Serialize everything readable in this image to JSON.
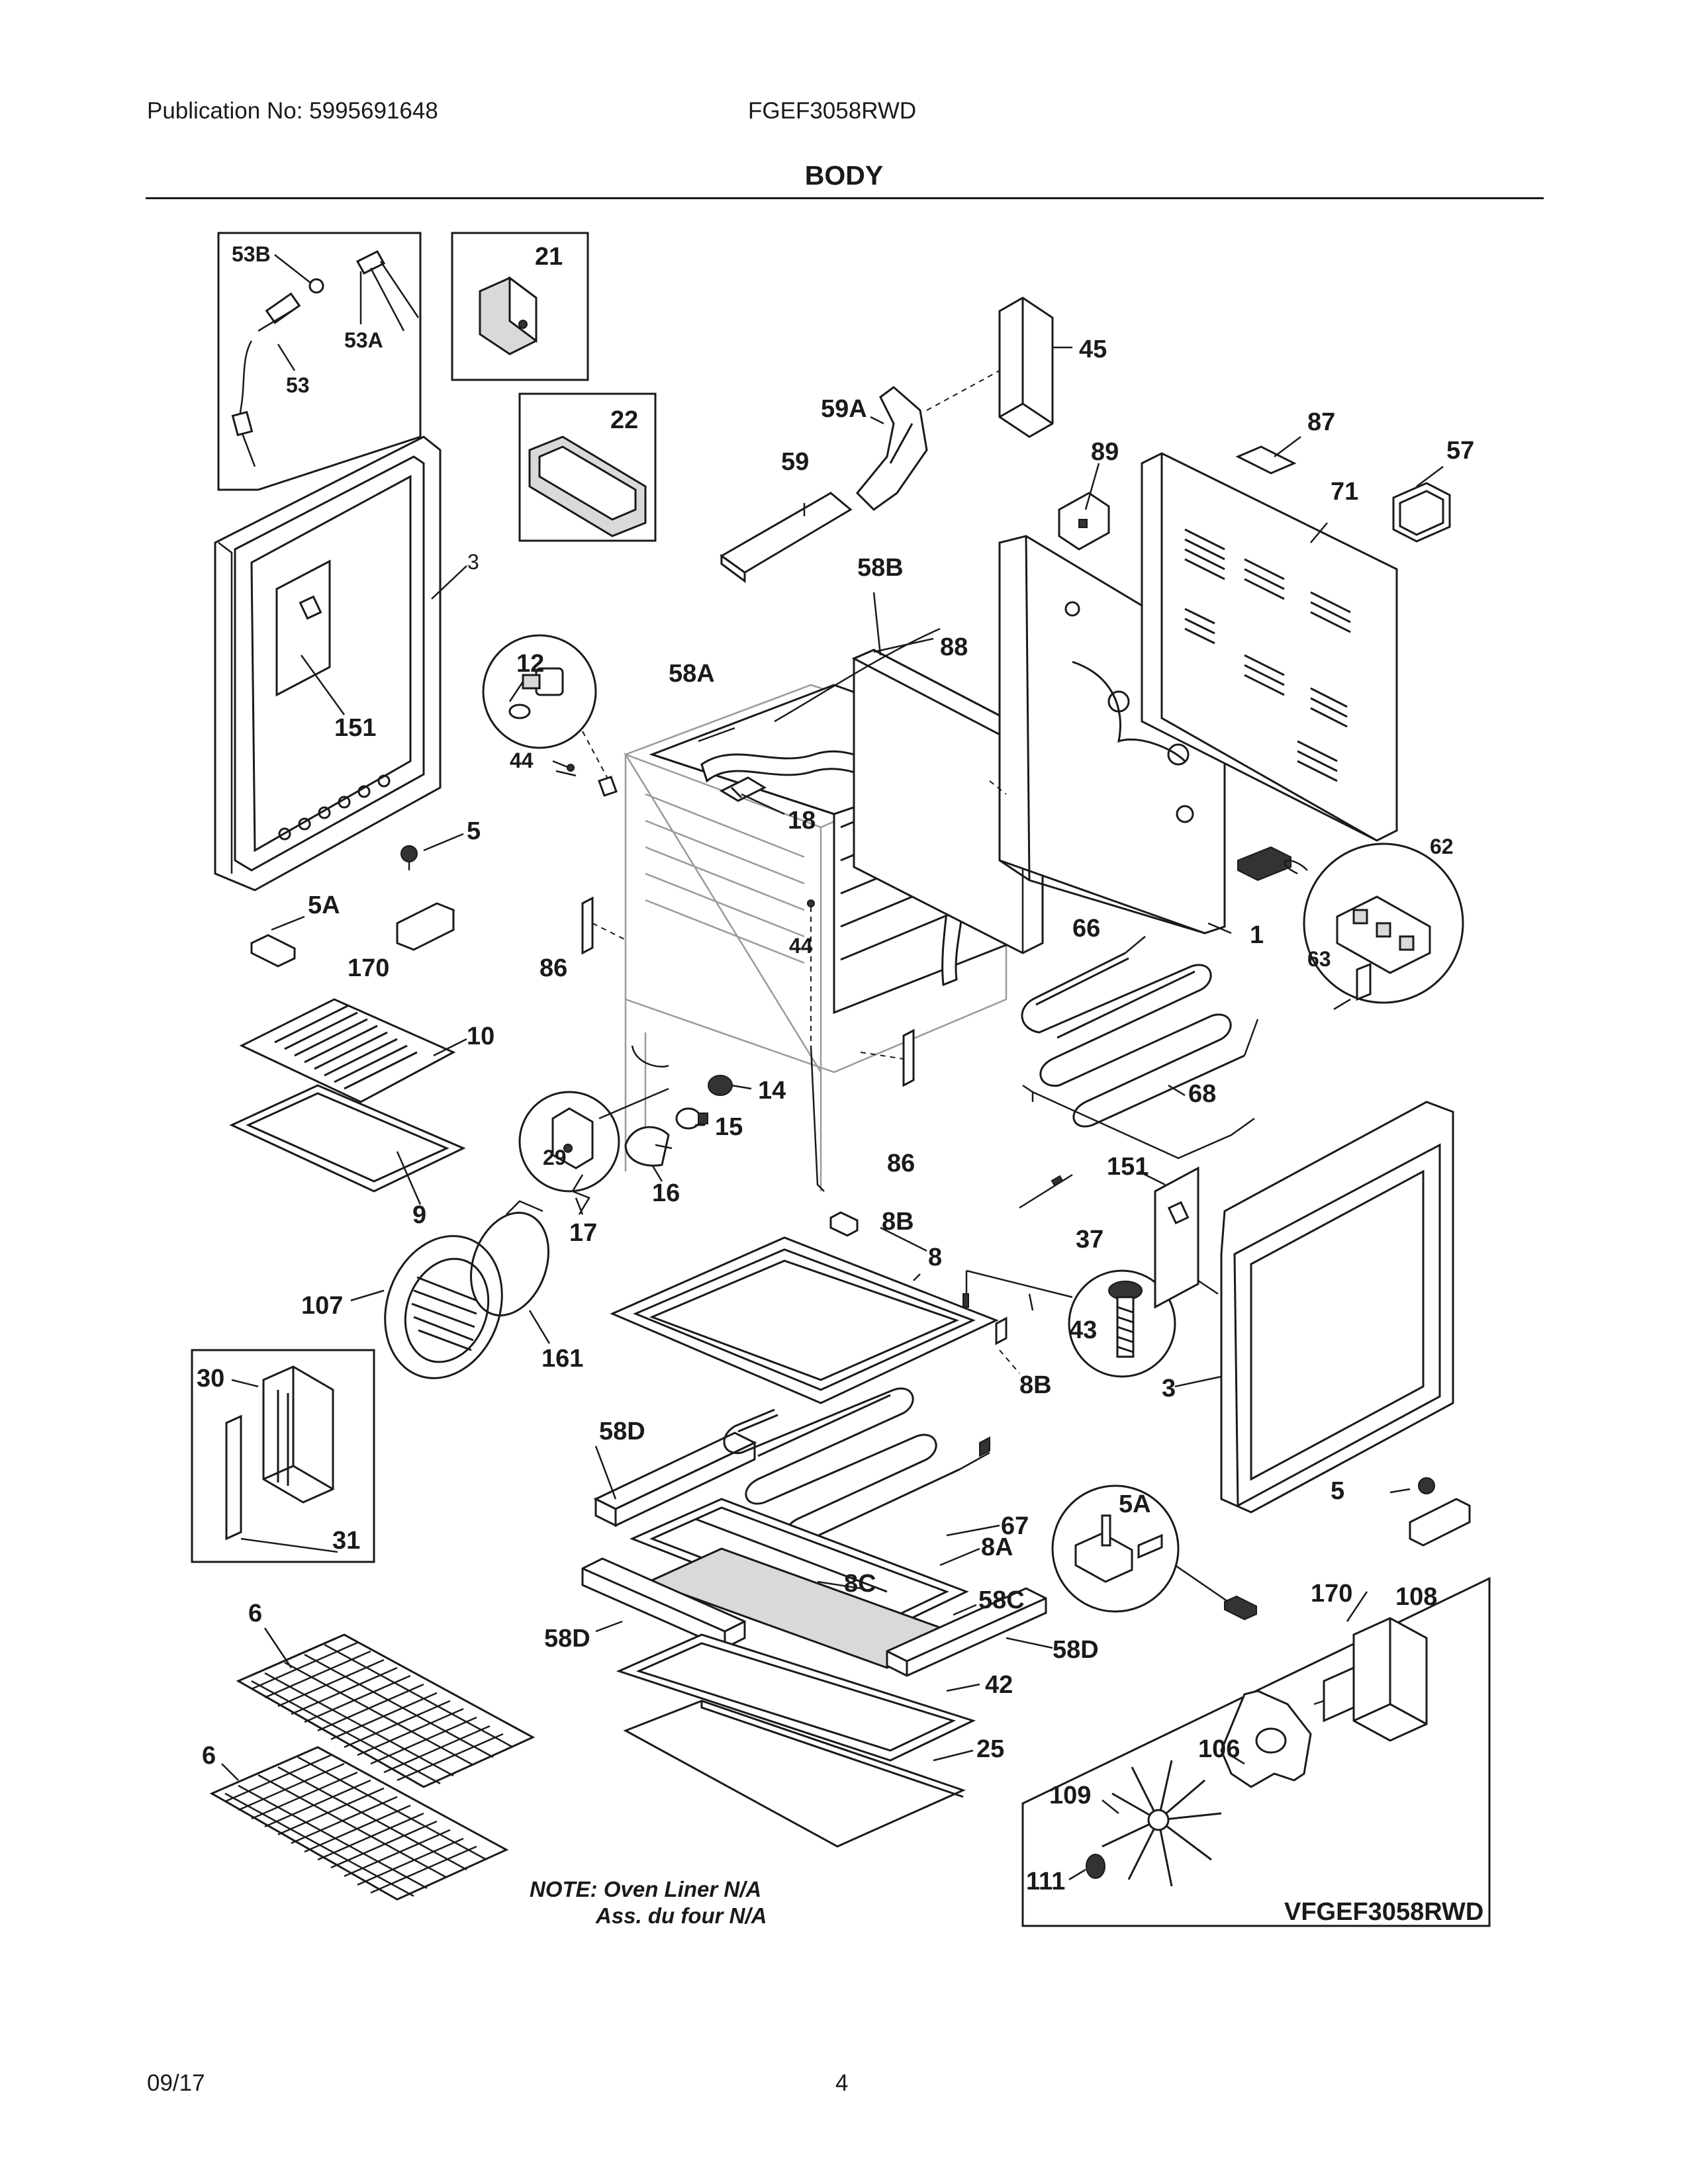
{
  "header": {
    "publication": "Publication No: 5995691648",
    "model": "FGEF3058RWD",
    "section_title": "BODY"
  },
  "callouts": [
    "53B",
    "53A",
    "53",
    "21",
    "22",
    "3",
    "151",
    "12",
    "44",
    "58A",
    "58B",
    "88",
    "59",
    "59A",
    "45",
    "89",
    "87",
    "57",
    "71",
    "18",
    "5",
    "5A",
    "170",
    "86",
    "44",
    "62",
    "63",
    "1",
    "66",
    "68",
    "10",
    "29",
    "14",
    "15",
    "9",
    "16",
    "17",
    "86",
    "151",
    "37",
    "8B",
    "8",
    "43",
    "8B",
    "3",
    "107",
    "161",
    "30",
    "31",
    "58D",
    "67",
    "8A",
    "5A",
    "8C",
    "58C",
    "58D",
    "5",
    "170",
    "108",
    "6",
    "58D",
    "42",
    "25",
    "106",
    "6",
    "109",
    "111"
  ],
  "note": {
    "line1": "NOTE: Oven Liner N/A",
    "line2": "Ass. du four N/A"
  },
  "diagram_code": "VFGEF3058RWD",
  "footer": {
    "date": "09/17",
    "page": "4"
  }
}
